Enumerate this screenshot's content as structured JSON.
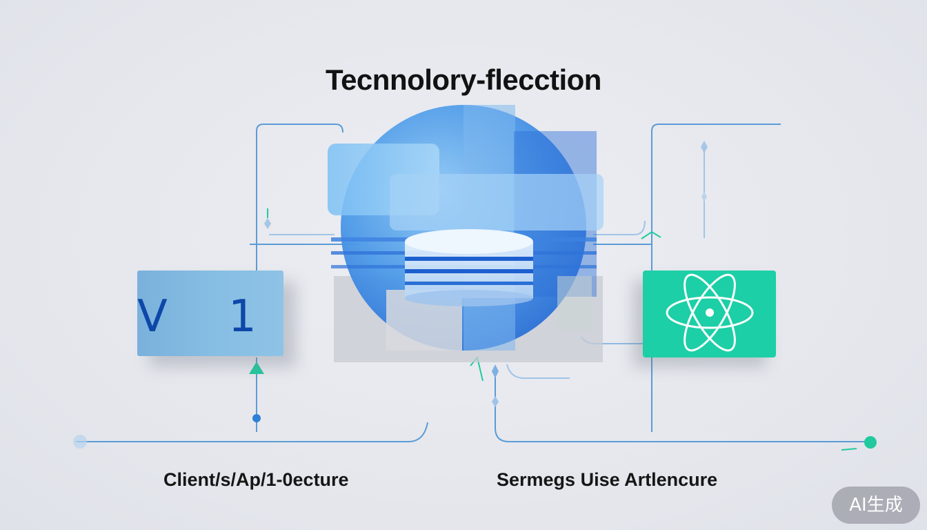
{
  "diagram": {
    "title": "Tecnnolory-flecction",
    "left_box": {
      "left_char": "V",
      "right_char": "1"
    },
    "labels": {
      "left": "Client/s/Ap/1-0ecture",
      "right": "Sermegs Uise Artlencure"
    },
    "watermark": "AI生成",
    "colors": {
      "line": "#5b9bd5",
      "accent_green": "#1ccfa6",
      "left_box": "#86bde3",
      "v1_text": "#0d47a8",
      "globe_blue": "#3e8ee6"
    },
    "icons": [
      "atom-icon",
      "database-icon",
      "globe-icon"
    ]
  }
}
